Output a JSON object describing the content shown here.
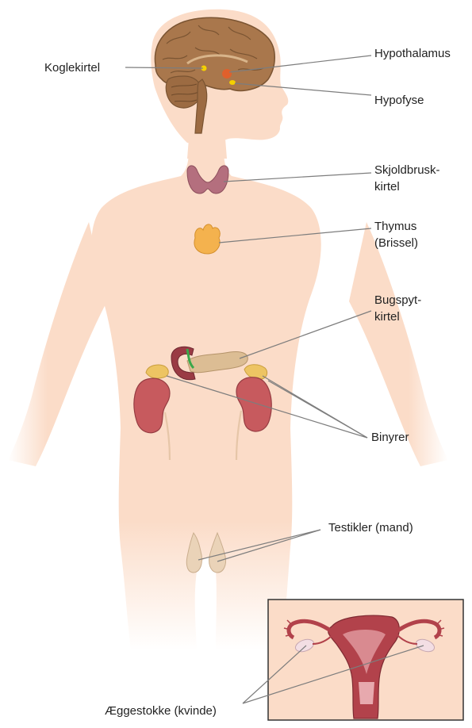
{
  "labels": {
    "pineal": "Koglekirtel",
    "hypothalamus": "Hypothalamus",
    "pituitary": "Hypofyse",
    "thyroid_1": "Skjoldbrusk-",
    "thyroid_2": "kirtel",
    "thymus_1": "Thymus",
    "thymus_2": "(Brissel)",
    "pancreas_1": "Bugspyt-",
    "pancreas_2": "kirtel",
    "adrenals": "Binyrer",
    "testes": "Testikler (mand)",
    "ovaries": "Æggestokke (kvinde)"
  },
  "colors": {
    "skin": "#fbdcc8",
    "brain": "#a9774c",
    "cerebellum": "#9c6b42",
    "thyroid": "#b46f7e",
    "thymus": "#f4b24e",
    "pancreas": "#dcbd94",
    "kidney": "#c75a5e",
    "adrenal": "#edc463",
    "testes": "#ead3b8",
    "uterus": "#b2424b",
    "leader_line": "#7d7d7d",
    "inset_border": "#333333"
  }
}
